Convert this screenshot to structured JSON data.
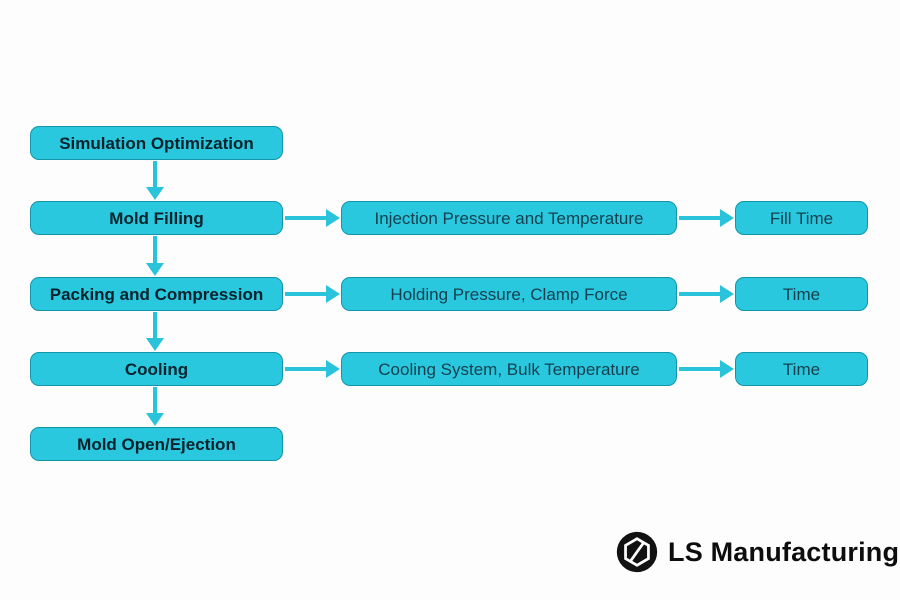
{
  "diagram": {
    "type": "flowchart",
    "nodes": {
      "left": [
        "Simulation Optimization",
        "Mold Filling",
        "Packing and Compression",
        "Cooling",
        "Mold Open/Ejection"
      ],
      "middle": [
        "Injection Pressure and Temperature",
        "Holding Pressure, Clamp Force",
        "Cooling System, Bulk Temperature"
      ],
      "right": [
        "Fill Time",
        "Time",
        "Time"
      ]
    },
    "edges": [
      {
        "from": "Simulation Optimization",
        "to": "Mold Filling",
        "direction": "down"
      },
      {
        "from": "Mold Filling",
        "to": "Packing and Compression",
        "direction": "down"
      },
      {
        "from": "Packing and Compression",
        "to": "Cooling",
        "direction": "down"
      },
      {
        "from": "Cooling",
        "to": "Mold Open/Ejection",
        "direction": "down"
      },
      {
        "from": "Mold Filling",
        "to": "Injection Pressure and Temperature",
        "direction": "right"
      },
      {
        "from": "Injection Pressure and Temperature",
        "to": "Fill Time",
        "direction": "right"
      },
      {
        "from": "Packing and Compression",
        "to": "Holding Pressure, Clamp Force",
        "direction": "right"
      },
      {
        "from": "Holding Pressure, Clamp Force",
        "to": "Time",
        "direction": "right"
      },
      {
        "from": "Cooling",
        "to": "Cooling System, Bulk Temperature",
        "direction": "right"
      },
      {
        "from": "Cooling System, Bulk Temperature",
        "to": "Time",
        "direction": "right"
      }
    ]
  },
  "branding": {
    "company": "LS Manufacturing",
    "logo_icon": "ls-hexagon-monogram-in-black-circle"
  },
  "colors": {
    "node_fill": "#2AC8DF",
    "node_border": "#1494A8",
    "arrow": "#29C4DB",
    "left_text": "#07222B",
    "detail_text": "#16404F",
    "logo_text": "#0D0D0D"
  }
}
